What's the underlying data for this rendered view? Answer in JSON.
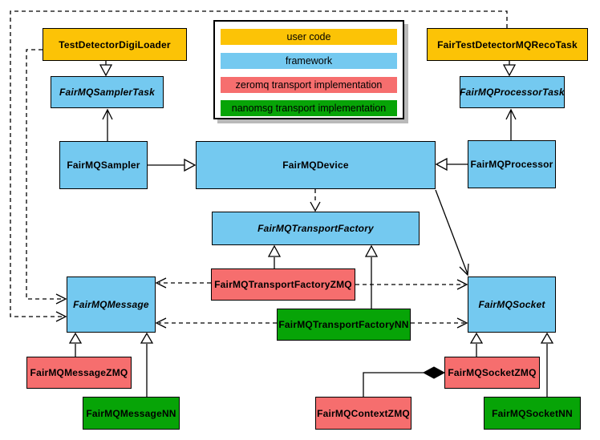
{
  "diagram": {
    "colors": {
      "user_code": "#FCC306",
      "framework": "#74C9F0",
      "zeromq": "#F66E6E",
      "nanomsg": "#07A407",
      "outline": "#000000",
      "legend_shadow": "#B9B9B9"
    },
    "legend": {
      "items": [
        {
          "label": "user code",
          "color_key": "user_code"
        },
        {
          "label": "framework",
          "color_key": "framework"
        },
        {
          "label": "zeromq transport implementation",
          "color_key": "zeromq"
        },
        {
          "label": "nanomsg transport implementation",
          "color_key": "nanomsg"
        }
      ]
    },
    "nodes": {
      "test_detector_digi_loader": {
        "label": "TestDetectorDigiLoader",
        "category": "user_code",
        "abstract": false
      },
      "fairmq_sampler_task": {
        "label": "FairMQSamplerTask",
        "category": "framework",
        "abstract": true
      },
      "fairmq_sampler": {
        "label": "FairMQSampler",
        "category": "framework",
        "abstract": false
      },
      "fairmq_device": {
        "label": "FairMQDevice",
        "category": "framework",
        "abstract": false
      },
      "fair_test_detector_mq_reco_task": {
        "label": "FairTestDetectorMQRecoTask",
        "category": "user_code",
        "abstract": false
      },
      "fairmq_processor_task": {
        "label": "FairMQProcessorTask",
        "category": "framework",
        "abstract": true
      },
      "fairmq_processor": {
        "label": "FairMQProcessor",
        "category": "framework",
        "abstract": false
      },
      "fairmq_transport_factory": {
        "label": "FairMQTransportFactory",
        "category": "framework",
        "abstract": true
      },
      "fairmq_transport_factory_zmq": {
        "label": "FairMQTransportFactoryZMQ",
        "category": "zeromq",
        "abstract": false
      },
      "fairmq_transport_factory_nn": {
        "label": "FairMQTransportFactoryNN",
        "category": "nanomsg",
        "abstract": false
      },
      "fairmq_message": {
        "label": "FairMQMessage",
        "category": "framework",
        "abstract": true
      },
      "fairmq_socket": {
        "label": "FairMQSocket",
        "category": "framework",
        "abstract": true
      },
      "fairmq_message_zmq": {
        "label": "FairMQMessageZMQ",
        "category": "zeromq",
        "abstract": false
      },
      "fairmq_message_nn": {
        "label": "FairMQMessageNN",
        "category": "nanomsg",
        "abstract": false
      },
      "fairmq_context_zmq": {
        "label": "FairMQContextZMQ",
        "category": "zeromq",
        "abstract": false
      },
      "fairmq_socket_zmq": {
        "label": "FairMQSocketZMQ",
        "category": "zeromq",
        "abstract": false
      },
      "fairmq_socket_nn": {
        "label": "FairMQSocketNN",
        "category": "nanomsg",
        "abstract": false
      }
    },
    "edges": [
      {
        "from": "TestDetectorDigiLoader",
        "to": "FairMQSamplerTask",
        "relation": "inheritance"
      },
      {
        "from": "FairTestDetectorMQRecoTask",
        "to": "FairMQProcessorTask",
        "relation": "inheritance"
      },
      {
        "from": "FairMQSampler",
        "to": "FairMQSamplerTask",
        "relation": "association"
      },
      {
        "from": "FairMQProcessor",
        "to": "FairMQProcessorTask",
        "relation": "association"
      },
      {
        "from": "FairMQSampler",
        "to": "FairMQDevice",
        "relation": "inheritance"
      },
      {
        "from": "FairMQProcessor",
        "to": "FairMQDevice",
        "relation": "inheritance"
      },
      {
        "from": "FairMQDevice",
        "to": "FairMQTransportFactory",
        "relation": "dependency"
      },
      {
        "from": "FairMQDevice",
        "to": "FairMQSocket",
        "relation": "association"
      },
      {
        "from": "FairMQTransportFactoryZMQ",
        "to": "FairMQTransportFactory",
        "relation": "inheritance"
      },
      {
        "from": "FairMQTransportFactoryNN",
        "to": "FairMQTransportFactory",
        "relation": "inheritance"
      },
      {
        "from": "FairMQTransportFactoryZMQ",
        "to": "FairMQMessage",
        "relation": "dependency"
      },
      {
        "from": "FairMQTransportFactoryZMQ",
        "to": "FairMQSocket",
        "relation": "dependency"
      },
      {
        "from": "FairMQTransportFactoryNN",
        "to": "FairMQMessage",
        "relation": "dependency"
      },
      {
        "from": "FairMQTransportFactoryNN",
        "to": "FairMQSocket",
        "relation": "dependency"
      },
      {
        "from": "TestDetectorDigiLoader",
        "to": "FairMQMessage",
        "relation": "dependency"
      },
      {
        "from": "FairTestDetectorMQRecoTask",
        "to": "FairMQMessage",
        "relation": "dependency"
      },
      {
        "from": "FairMQMessageZMQ",
        "to": "FairMQMessage",
        "relation": "inheritance"
      },
      {
        "from": "FairMQMessageNN",
        "to": "FairMQMessage",
        "relation": "inheritance"
      },
      {
        "from": "FairMQSocketZMQ",
        "to": "FairMQSocket",
        "relation": "inheritance"
      },
      {
        "from": "FairMQSocketNN",
        "to": "FairMQSocket",
        "relation": "inheritance"
      },
      {
        "from": "FairMQContextZMQ",
        "to": "FairMQSocketZMQ",
        "relation": "composition"
      }
    ]
  }
}
